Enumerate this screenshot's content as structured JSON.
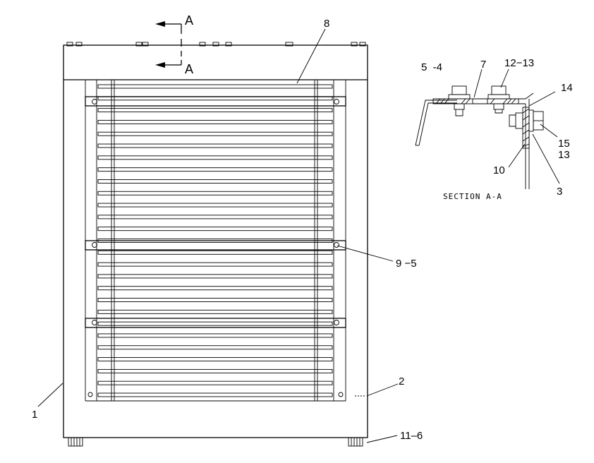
{
  "section_markers": {
    "top": "A",
    "bottom": "A"
  },
  "section_caption": "SECTION  A-A",
  "callouts": {
    "c8": "8",
    "c7": "7",
    "c5_4": "5  -4",
    "c12_13": "12−13",
    "c14": "14",
    "c15": "15",
    "c13": "13",
    "c10": "10",
    "c3": "3",
    "c9_5": "9 −5",
    "c2": "2",
    "c1": "1",
    "c11_6": "11–6"
  },
  "louver": {
    "slat_count": 27
  }
}
